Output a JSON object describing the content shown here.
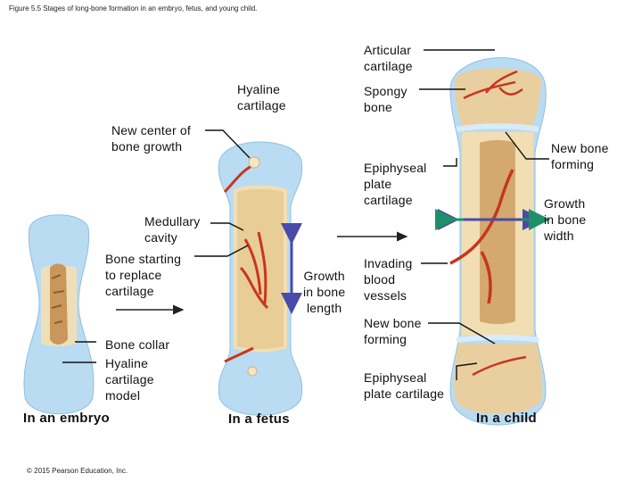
{
  "figure_caption": "Figure 5.5 Stages of long-bone formation in an embryo, fetus, and young child.",
  "copyright": "© 2015 Pearson Education, Inc.",
  "stages": {
    "embryo": "In an embryo",
    "fetus": "In a fetus",
    "child": "In a child"
  },
  "labels": {
    "articular_cartilage": "Articular\ncartilage",
    "hyaline_cartilage_top": "Hyaline\ncartilage",
    "spongy_bone": "Spongy\nbone",
    "new_center_bone_growth": "New center of\nbone growth",
    "new_bone_forming_top": "New bone\nforming",
    "epiphyseal_plate_cartilage_top": "Epiphyseal\nplate\ncartilage",
    "growth_in_bone_width": "Growth\nin bone\nwidth",
    "medullary_cavity": "Medullary\ncavity",
    "bone_starting_to_replace": "Bone starting\nto replace\ncartilage",
    "growth_in_bone_length": "Growth\nin bone\nlength",
    "invading_blood_vessels": "Invading\nblood\nvessels",
    "new_bone_forming_bottom": "New bone\nforming",
    "bone_collar": "Bone collar",
    "hyaline_cartilage_model": "Hyaline\ncartilage\nmodel",
    "epiphyseal_plate_cartilage_bottom": "Epiphyseal\nplate cartilage"
  },
  "colors": {
    "cartilage": "#b9dcf2",
    "bone": "#f1deb4",
    "spongy": "#e9cfa0",
    "vessel": "#c8361c",
    "arrow_purple": "#4a4aa8",
    "arrow_green": "#1f8f6a"
  }
}
